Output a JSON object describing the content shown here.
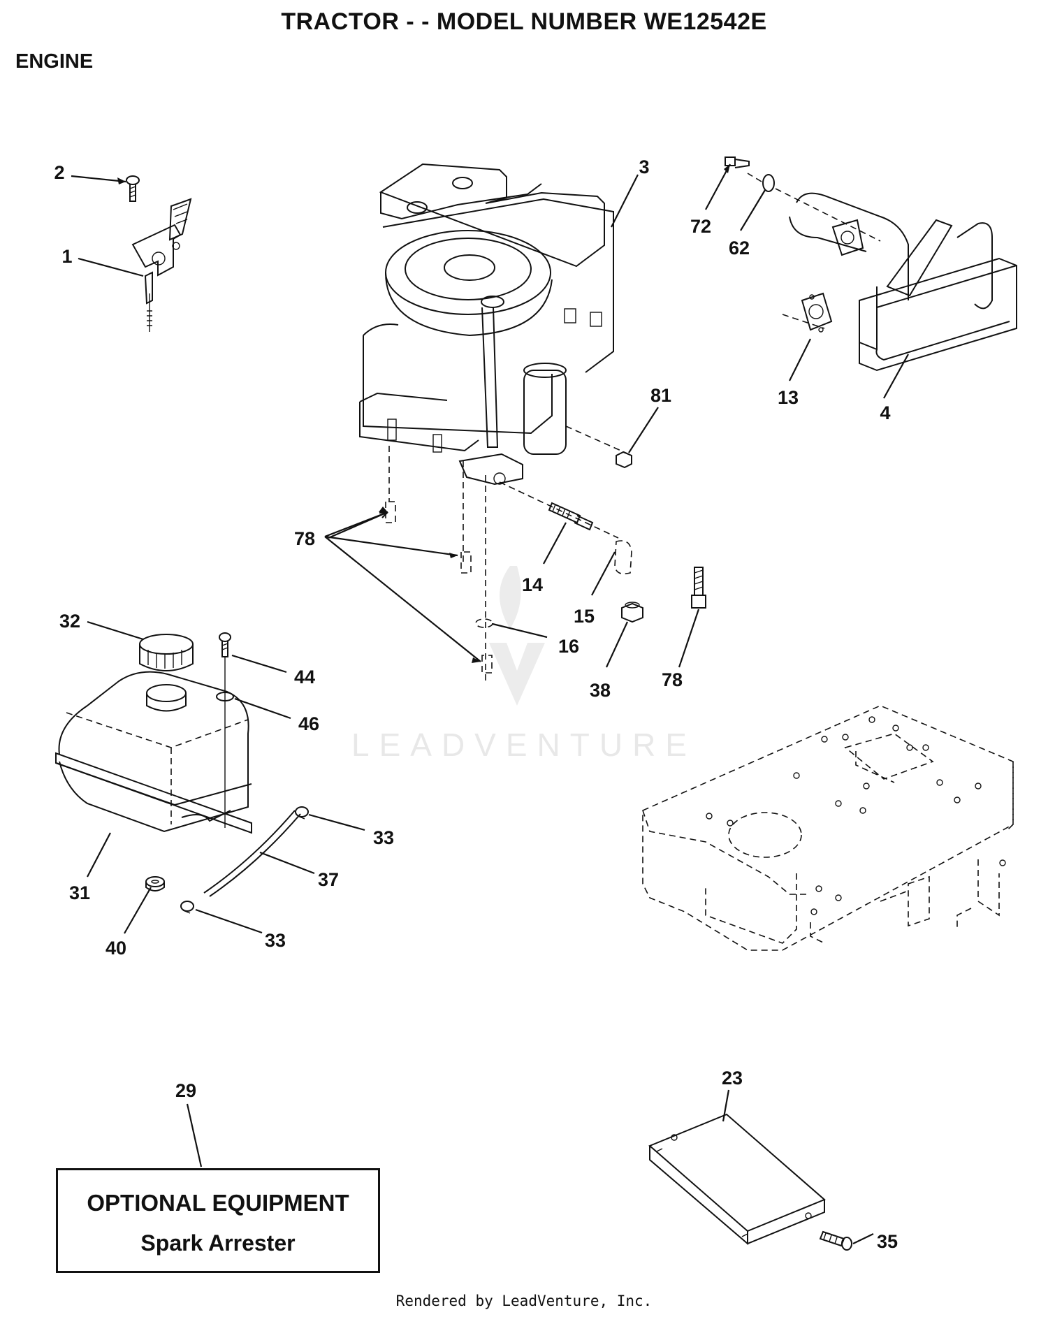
{
  "header": {
    "title": "TRACTOR - - MODEL NUMBER WE12542E",
    "section": "ENGINE"
  },
  "callouts": [
    {
      "id": "c2",
      "label": "2"
    },
    {
      "id": "c1",
      "label": "1"
    },
    {
      "id": "c3",
      "label": "3"
    },
    {
      "id": "c72",
      "label": "72"
    },
    {
      "id": "c62",
      "label": "62"
    },
    {
      "id": "c13",
      "label": "13"
    },
    {
      "id": "c4",
      "label": "4"
    },
    {
      "id": "c81",
      "label": "81"
    },
    {
      "id": "c78a",
      "label": "78"
    },
    {
      "id": "c14",
      "label": "14"
    },
    {
      "id": "c15",
      "label": "15"
    },
    {
      "id": "c16",
      "label": "16"
    },
    {
      "id": "c38",
      "label": "38"
    },
    {
      "id": "c78b",
      "label": "78"
    },
    {
      "id": "c32",
      "label": "32"
    },
    {
      "id": "c44",
      "label": "44"
    },
    {
      "id": "c46",
      "label": "46"
    },
    {
      "id": "c33a",
      "label": "33"
    },
    {
      "id": "c37",
      "label": "37"
    },
    {
      "id": "c31",
      "label": "31"
    },
    {
      "id": "c40",
      "label": "40"
    },
    {
      "id": "c33b",
      "label": "33"
    },
    {
      "id": "c29",
      "label": "29"
    },
    {
      "id": "c23",
      "label": "23"
    },
    {
      "id": "c35",
      "label": "35"
    }
  ],
  "optional_equipment": {
    "title": "OPTIONAL EQUIPMENT",
    "item": "Spark Arrester"
  },
  "watermark": "LEADVENTURE",
  "footer": "Rendered by LeadVenture, Inc."
}
